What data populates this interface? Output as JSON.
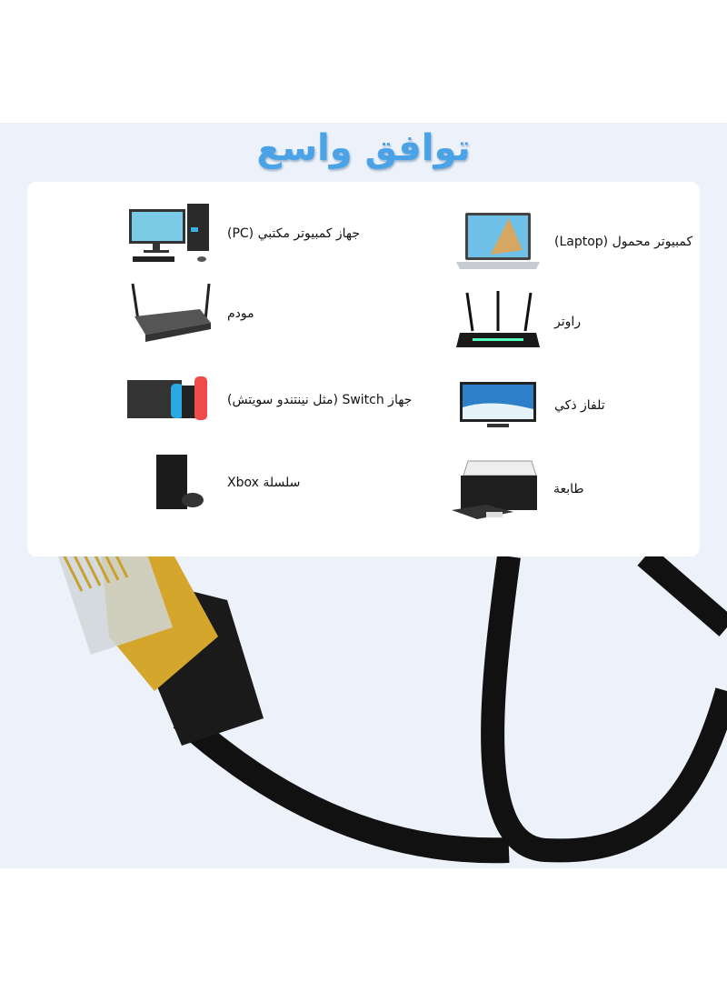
{
  "title": "توافق واسع",
  "devices": [
    {
      "label": "(PC) جهاز كمبيوتر مكتبي",
      "icon": "desktop-pc-icon"
    },
    {
      "label": "(Laptop) كمبيوتر محمول",
      "icon": "laptop-icon"
    },
    {
      "label": "مودم",
      "icon": "modem-icon"
    },
    {
      "label": "راوتر",
      "icon": "router-icon"
    },
    {
      "label": "جهاز Switch (مثل نينتندو سويتش)",
      "icon": "game-console-switch-icon"
    },
    {
      "label": "تلفاز ذكي",
      "icon": "smart-tv-icon"
    },
    {
      "label": "سلسلة Xbox",
      "icon": "xbox-icon"
    },
    {
      "label": "طابعة",
      "icon": "printer-icon"
    }
  ],
  "colors": {
    "title": "#4aa3e6",
    "background": "#edf1fa",
    "connector_gold": "#d4a72c"
  }
}
